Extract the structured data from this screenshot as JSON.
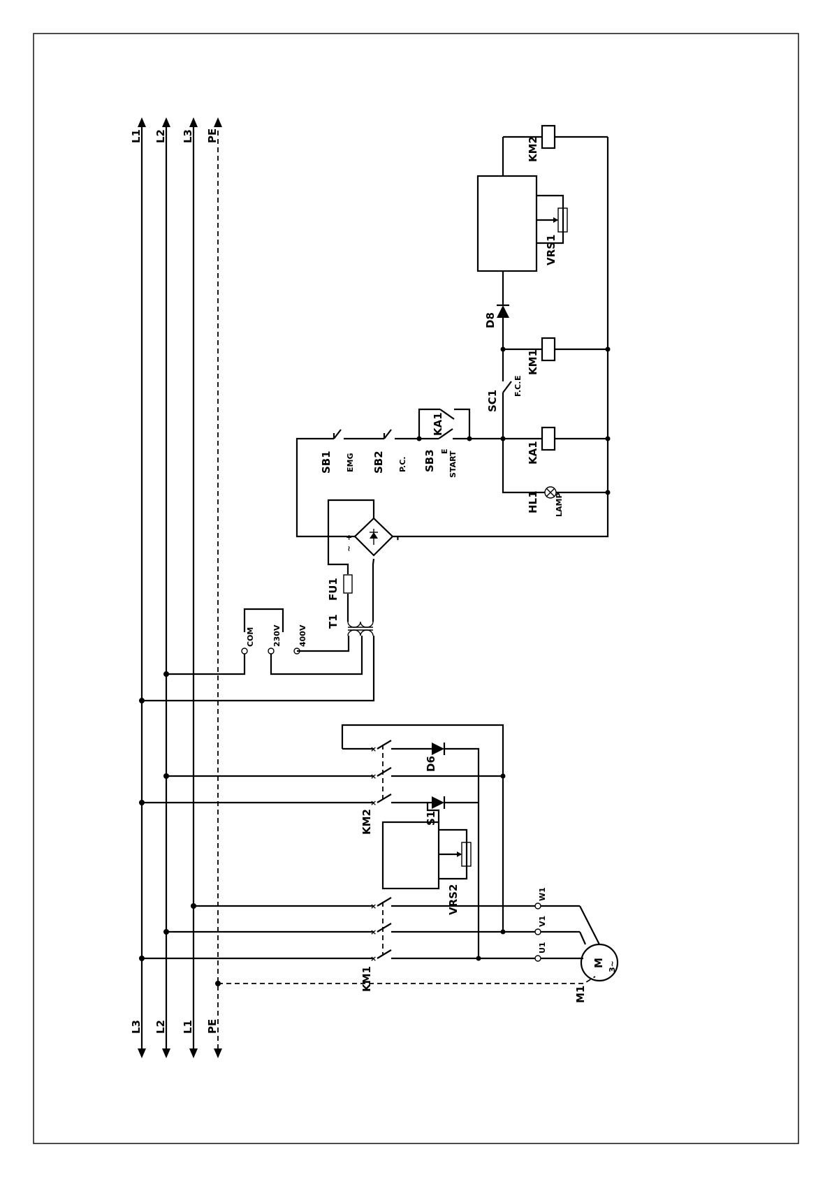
{
  "buses_top": [
    "L1",
    "L2",
    "L3",
    "PE"
  ],
  "buses_bottom": [
    "L3",
    "L2",
    "L1",
    "PE"
  ],
  "transformer": {
    "ref": "T1",
    "taps": [
      "COM",
      "230V",
      "400V"
    ]
  },
  "fuse": {
    "ref": "FU1"
  },
  "bridge": {
    "plus": "+",
    "minus": "-",
    "tilde": "~"
  },
  "control": {
    "sb1": {
      "ref": "SB1",
      "label": "EMG"
    },
    "sb2": {
      "ref": "SB2",
      "label": "P.C."
    },
    "sb3": {
      "ref": "SB3",
      "label": "START",
      "mark": "E"
    },
    "ka1_contact": "KA1",
    "sc1": {
      "ref": "SC1",
      "label": "F.C.",
      "mark": "E"
    },
    "hl1": {
      "ref": "HL1",
      "label": "LAMP"
    },
    "ka1_coil": "KA1",
    "km1_coil": "KM1",
    "km2_coil": "KM2",
    "d8": "D8",
    "vrs1": "VRS1"
  },
  "power": {
    "km2": "KM2",
    "d6": "D6",
    "s1": "S1",
    "vrs2": "VRS2",
    "km1": "KM1",
    "terminals": [
      "W1",
      "V1",
      "U1"
    ],
    "motor": {
      "ref": "M1",
      "symbol": "M",
      "sub": "3~"
    }
  }
}
